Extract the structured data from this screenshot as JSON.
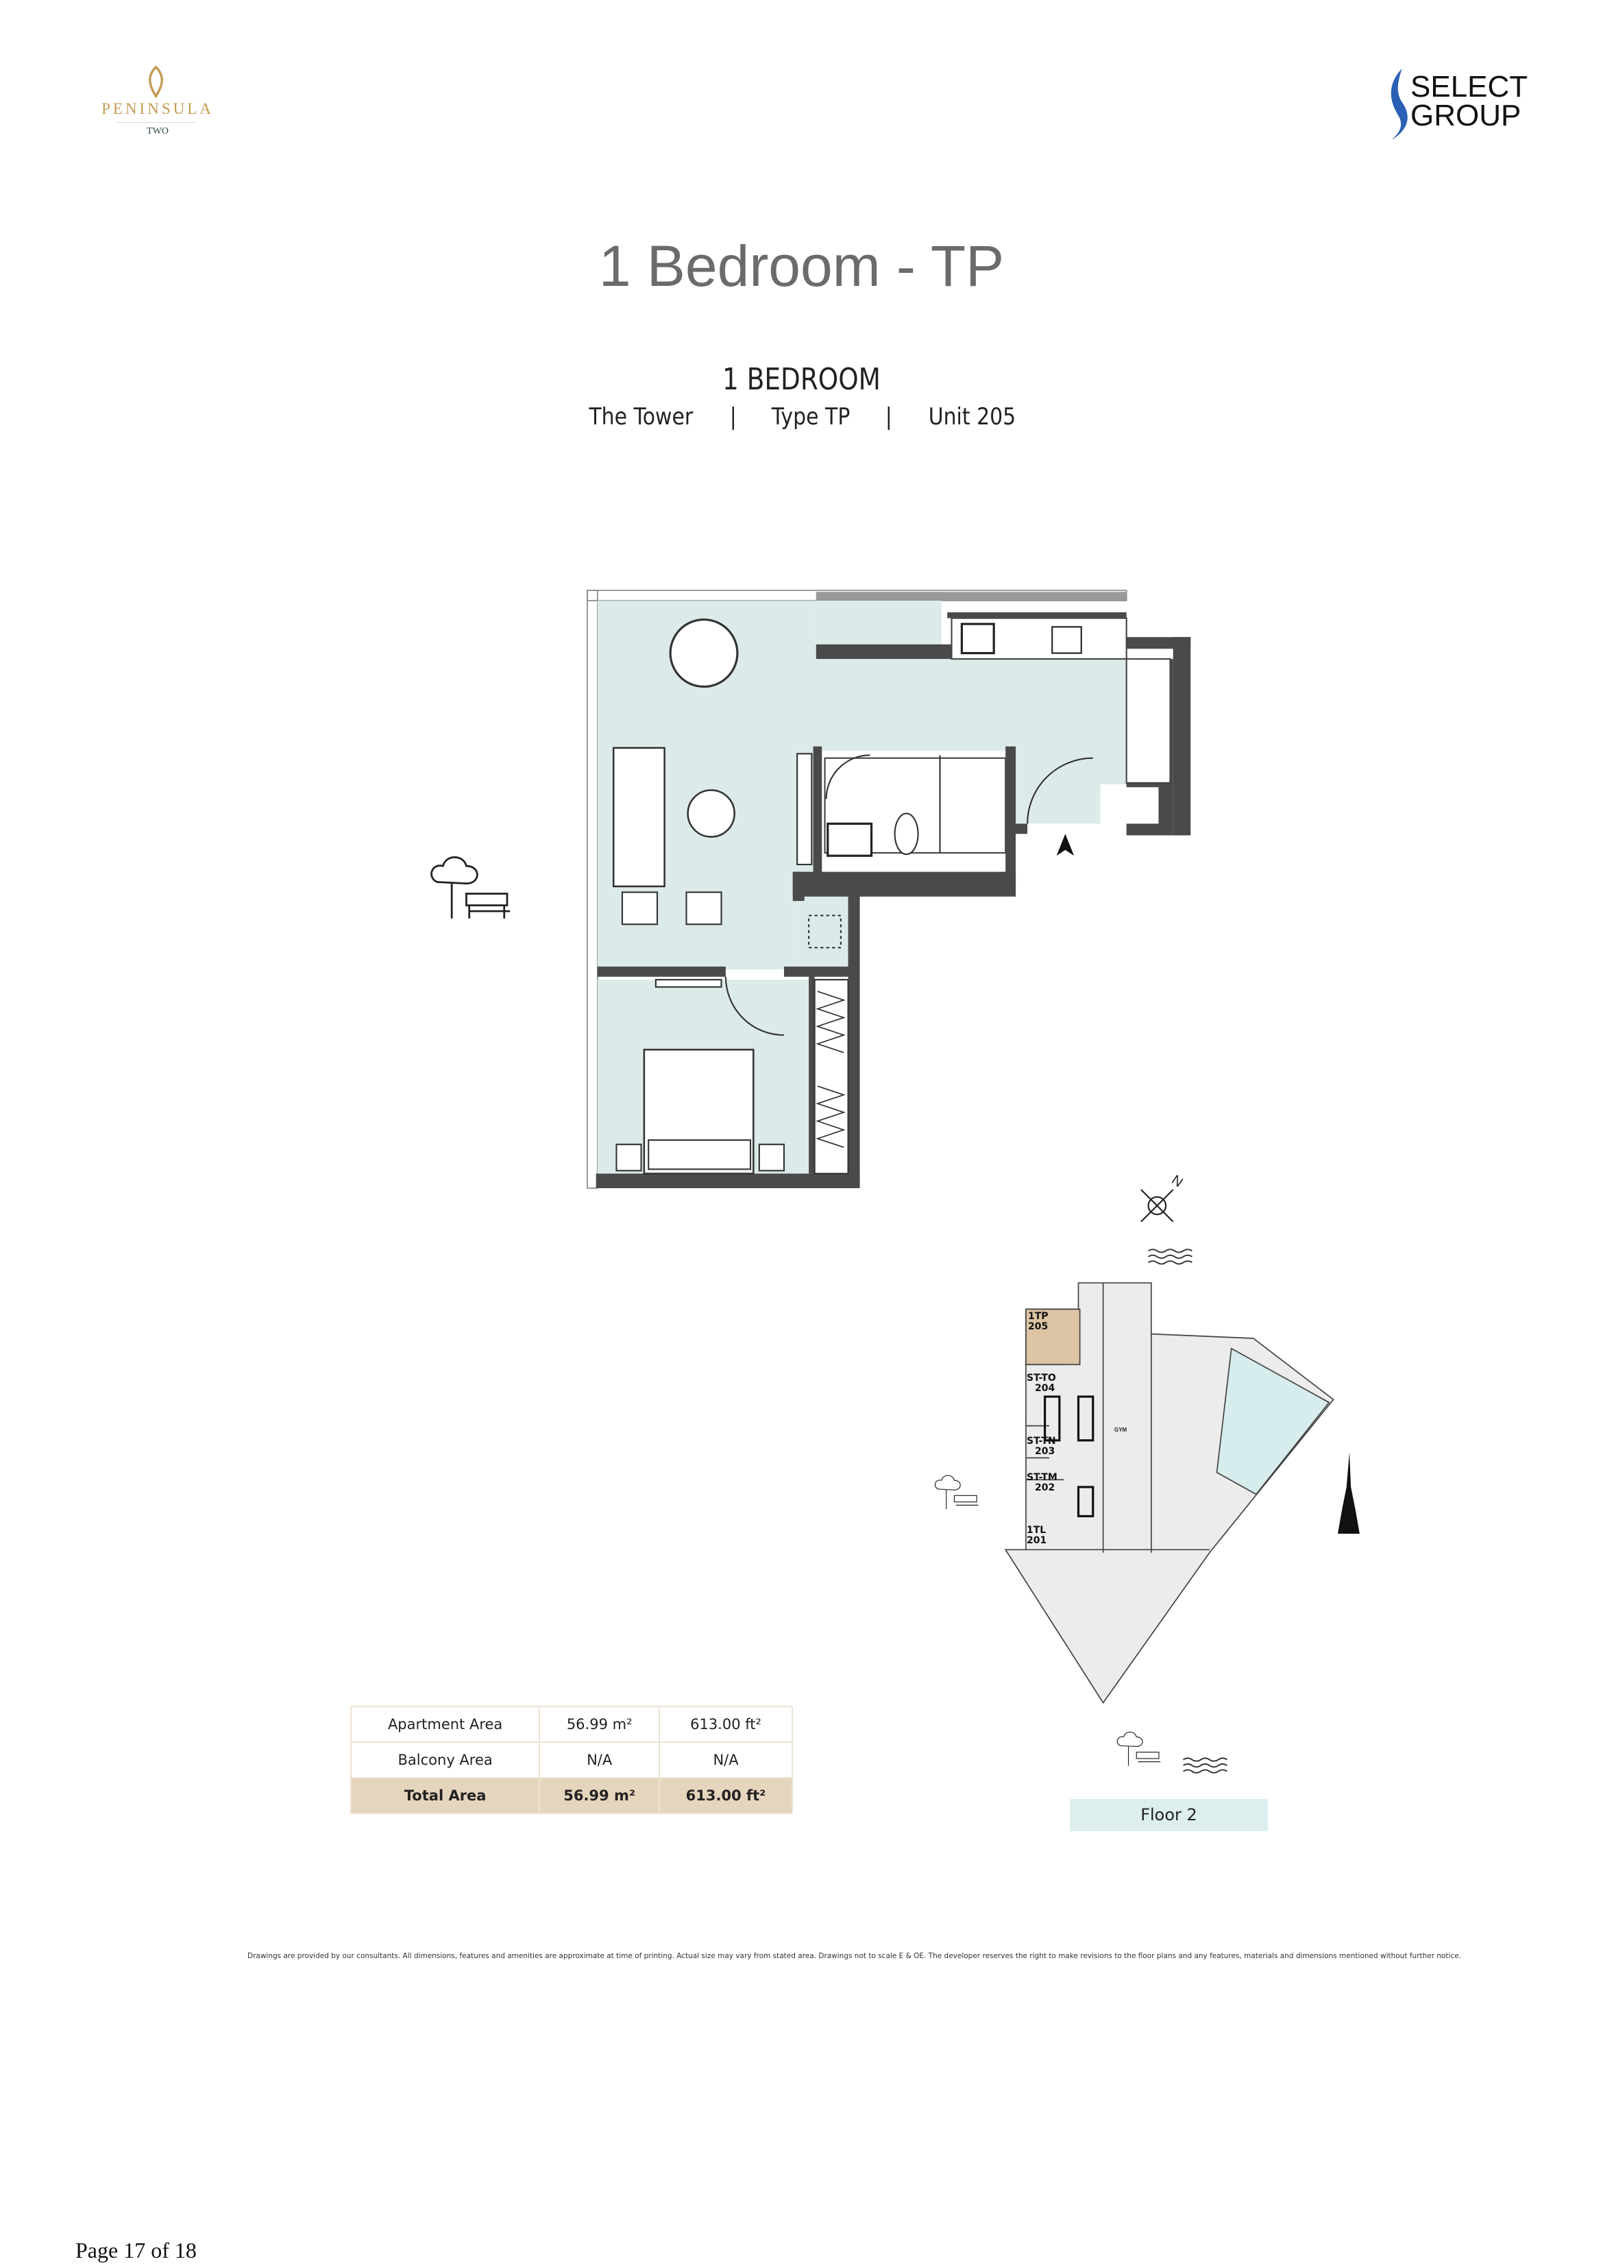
{
  "header": {
    "left_logo": {
      "name": "PENINSULA",
      "sub": "TWO",
      "color": "#c59a52"
    },
    "right_logo": {
      "line1": "SELECT",
      "line2": "GROUP",
      "color": "#1f5fb0"
    }
  },
  "title": "1 Bedroom - TP",
  "unit": {
    "heading": "1 BEDROOM",
    "building": "The Tower",
    "type": "Type TP",
    "unit_no": "Unit 205",
    "separator": "|"
  },
  "area_table": {
    "rows": [
      {
        "label": "Apartment Area",
        "m2": "56.99 m²",
        "ft2": "613.00 ft²"
      },
      {
        "label": "Balcony Area",
        "m2": "N/A",
        "ft2": "N/A"
      }
    ],
    "total": {
      "label": "Total Area",
      "m2": "56.99 m²",
      "ft2": "613.00 ft²"
    }
  },
  "key_plan": {
    "units": [
      {
        "code": "1TP",
        "no": "205"
      },
      {
        "code": "ST-TO",
        "no": "204"
      },
      {
        "code": "ST-TN",
        "no": "203"
      },
      {
        "code": "ST-TM",
        "no": "202"
      },
      {
        "code": "1TL",
        "no": "201"
      }
    ],
    "amenity": "GYM",
    "compass": "N",
    "floor_label": "Floor 2",
    "highlight_color": "#dcc4a4"
  },
  "disclaimer": "Drawings are provided by our consultants. All dimensions, features and amenities are approximate at time of printing.  Actual size may vary from stated area. Drawings not to scale E & OE. The developer reserves the right to make revisions to the floor plans and any features, materials and dimensions mentioned without further notice.",
  "footer": {
    "page": "Page 17 of 18"
  }
}
